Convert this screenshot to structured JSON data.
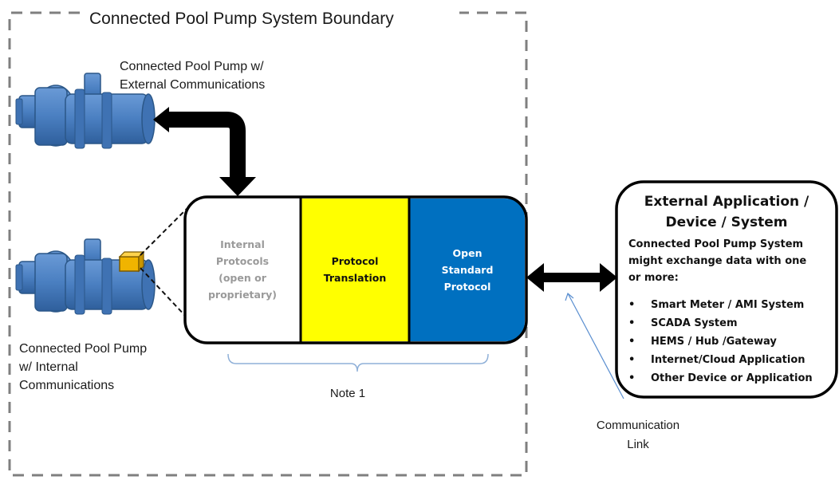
{
  "boundary": {
    "title": "Connected Pool Pump System Boundary"
  },
  "pumps": {
    "external": {
      "label_line1": "Connected Pool Pump w/",
      "label_line2": "External Communications"
    },
    "internal": {
      "label_line1": "Connected Pool Pump",
      "label_line2": "w/ Internal",
      "label_line3": "Communications"
    }
  },
  "protocol_blocks": {
    "internal": {
      "line1": "Internal",
      "line2": "Protocols",
      "line3": "(open or",
      "line4": "proprietary)",
      "fill": "#ffffff",
      "text_color": "#9a9a9a"
    },
    "translation": {
      "line1": "Protocol",
      "line2": "Translation",
      "fill": "#ffff00",
      "text_color": "#111111"
    },
    "open": {
      "line1": "Open",
      "line2": "Standard",
      "line3": "Protocol",
      "fill": "#0070c0",
      "text_color": "#ffffff"
    }
  },
  "note": "Note 1",
  "communication_link": {
    "line1": "Communication",
    "line2": "Link"
  },
  "external_system": {
    "title_line1": "External Application /",
    "title_line2": "Device / System",
    "desc_line1": "Connected Pool Pump System",
    "desc_line2": "might exchange data with one",
    "desc_line3": "or more:",
    "items": [
      "Smart Meter / AMI System",
      "SCADA System",
      "HEMS / Hub /Gateway",
      "Internet/Cloud Application",
      "Other Device or Application"
    ]
  },
  "colors": {
    "pump_body": "#4a7fc1",
    "pump_outline": "#2b5788",
    "comm_module": "#f0b400",
    "boundary_dash": "#7f7f7f",
    "brace": "#8fb0d8",
    "pointer_line": "#5b8fd0"
  }
}
